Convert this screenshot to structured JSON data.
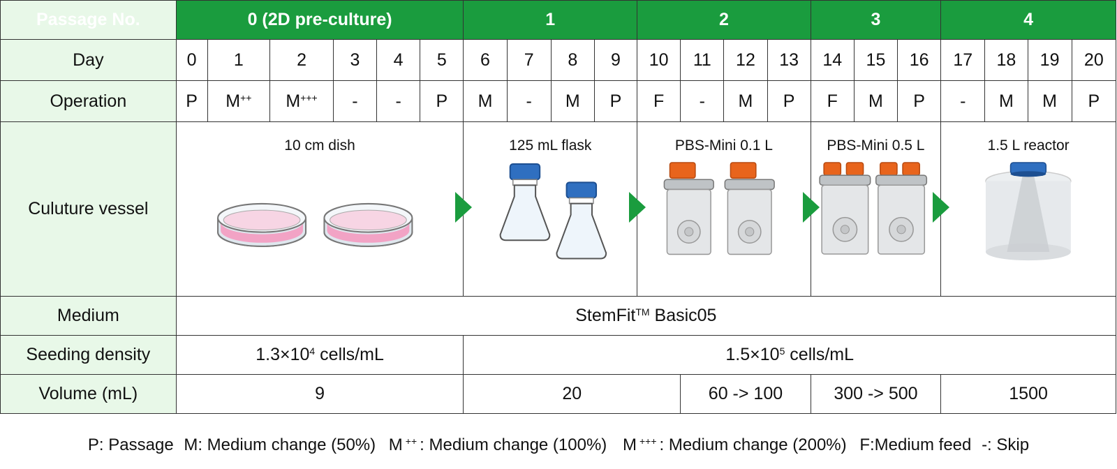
{
  "header": {
    "label": "Passage No.",
    "passages": [
      "0 (2D pre-culture)",
      "1",
      "2",
      "3",
      "4"
    ]
  },
  "day": {
    "label": "Day",
    "values": [
      "0",
      "1",
      "2",
      "3",
      "4",
      "5",
      "6",
      "7",
      "8",
      "9",
      "10",
      "11",
      "12",
      "13",
      "14",
      "15",
      "16",
      "17",
      "18",
      "19",
      "20"
    ]
  },
  "operation": {
    "label": "Operation",
    "values": [
      {
        "base": "P",
        "sup": ""
      },
      {
        "base": "M",
        "sup": "++"
      },
      {
        "base": "M",
        "sup": "+++"
      },
      {
        "base": "-",
        "sup": ""
      },
      {
        "base": "-",
        "sup": ""
      },
      {
        "base": "P",
        "sup": ""
      },
      {
        "base": "M",
        "sup": ""
      },
      {
        "base": "-",
        "sup": ""
      },
      {
        "base": "M",
        "sup": ""
      },
      {
        "base": "P",
        "sup": ""
      },
      {
        "base": "F",
        "sup": ""
      },
      {
        "base": "-",
        "sup": ""
      },
      {
        "base": "M",
        "sup": ""
      },
      {
        "base": "P",
        "sup": ""
      },
      {
        "base": "F",
        "sup": ""
      },
      {
        "base": "M",
        "sup": ""
      },
      {
        "base": "P",
        "sup": ""
      },
      {
        "base": "-",
        "sup": ""
      },
      {
        "base": "M",
        "sup": ""
      },
      {
        "base": "M",
        "sup": ""
      },
      {
        "base": "P",
        "sup": ""
      }
    ]
  },
  "vessel": {
    "label": "Culuture vessel",
    "items": [
      "10 cm dish",
      "125 mL flask",
      "PBS-Mini 0.1 L",
      "PBS-Mini 0.5 L",
      "1.5 L  reactor"
    ]
  },
  "medium": {
    "label": "Medium",
    "name": "StemFit",
    "tm": "TM",
    "suffix": " Basic05"
  },
  "seeding": {
    "label": "Seeding density",
    "pre": {
      "base": "1.3×10",
      "exp": "4",
      "unit": " cells/mL"
    },
    "post": {
      "base": "1.5×10",
      "exp": "5",
      "unit": " cells/mL"
    }
  },
  "volume": {
    "label": "Volume (mL)",
    "values": [
      "9",
      "20",
      "60 -> 100",
      "300 -> 500",
      "1500"
    ]
  },
  "legend": {
    "p": "P: Passage",
    "m": "M: Medium change (50%)",
    "mpp_base": "M",
    "mpp_sup": "++",
    "mpp_text": ": Medium change (100%)",
    "mppp_base": "M",
    "mppp_sup": "+++",
    "mppp_text": ": Medium change (200%)",
    "f": "F:Medium feed",
    "skip": "-: Skip"
  },
  "colors": {
    "header_green": "#1a9c3e",
    "label_bg": "#e8f8e8",
    "cap_blue": "#2f6fc0",
    "cap_orange": "#e8641c",
    "medium_pink": "#f2a3c5"
  }
}
